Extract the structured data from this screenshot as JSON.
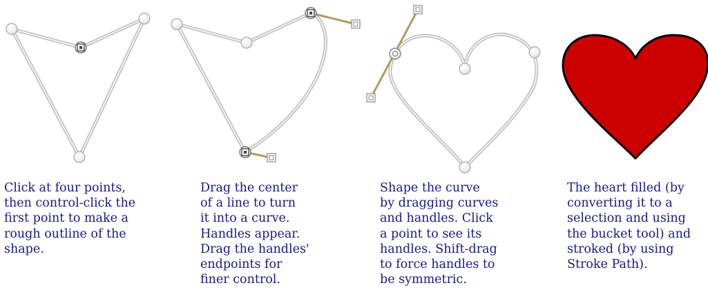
{
  "captions": {
    "step1": "Click at four points,\nthen control-click the\nfirst point to make a\nrough outline of the\nshape.",
    "step2": "Drag the center\nof a line to turn\nit into a curve.\nHandles appear.\nDrag the handles'\nendpoints for\nfiner control.",
    "step3": "Shape the curve\nby dragging curves\nand handles.  Click\na point to see its\nhandles.  Shift-drag\nto force handles to\nbe symmetric.",
    "step4": "The heart filled (by\nconverting it to a\nselection and using\nthe bucket tool) and\nstroked (by using\nStroke Path)."
  },
  "colors": {
    "caption_text": "#16198a",
    "path_stroke": "#c4c4c4",
    "handle_line": "#b39a5e",
    "heart_fill": "#cc0000",
    "heart_stroke": "#000000"
  },
  "icons": {
    "anchor": "anchor-point-circle",
    "selected_anchor": "selected-anchor-square",
    "handle_end": "handle-endpoint-square"
  }
}
